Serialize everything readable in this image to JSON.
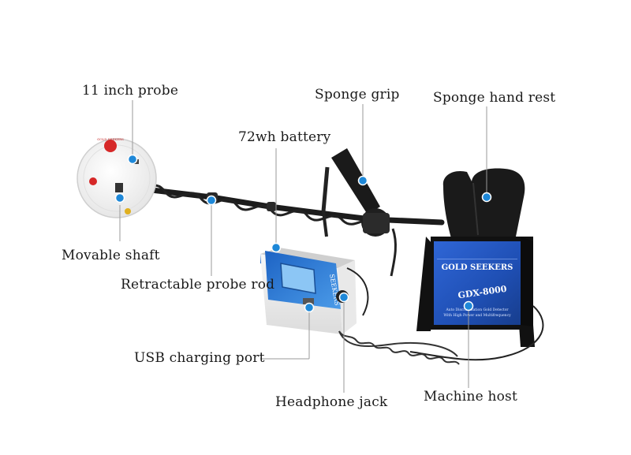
{
  "labels": {
    "probe": "11 inch probe",
    "shaft": "Movable shaft",
    "rod": "Retractable probe rod",
    "battery": "72wh battery",
    "usb": "USB charging port",
    "headphone": "Headphone jack",
    "grip": "Sponge grip",
    "handrest": "Sponge hand rest",
    "host": "Machine host"
  },
  "device": {
    "brand": "GOLD SEEKERS",
    "model": "GDX-8000",
    "subtitle_1": "Auto Discrimination Gold Detector",
    "subtitle_2": "With High Power and Multifrequency",
    "box_brand": "SEEKERS",
    "probe_brand": "GOLD SEEKERS"
  },
  "colors": {
    "marker": "#1e88d8",
    "leader_line": "#9a9a9a",
    "host_panel": "#1f4fb4",
    "rod": "#1c1c1c",
    "probe_body": "#ffffff",
    "battery_top": "#2a6fc9"
  }
}
